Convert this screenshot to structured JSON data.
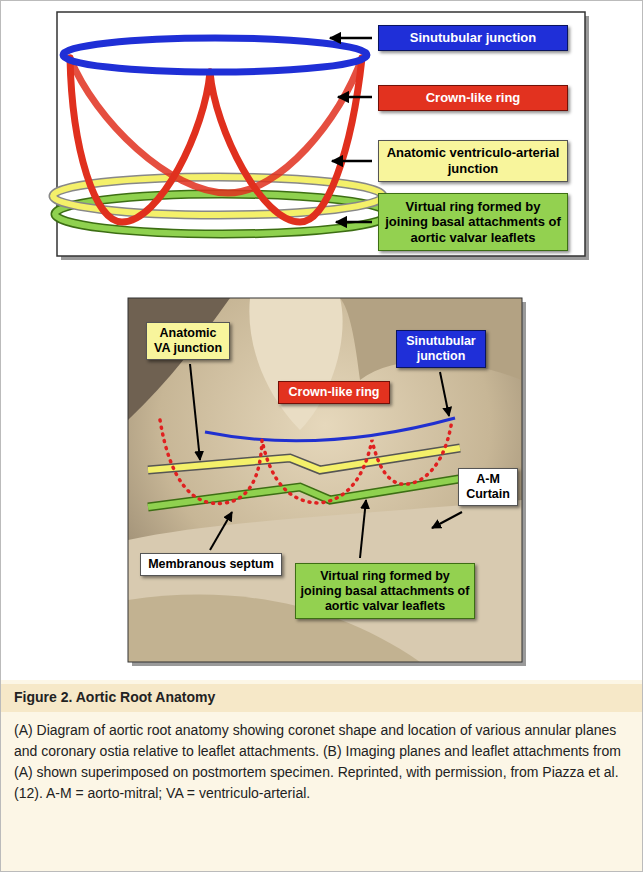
{
  "diagram": {
    "title": "Figure 2. Aortic Root Anatomy",
    "caption": "(A) Diagram of aortic root anatomy showing coronet shape and location of various annular planes and coronary ostia relative to leaflet attachments. (B) Imaging planes and leaflet attachments from (A) shown superimposed on postmortem specimen. Reprinted, with permission, from Piazza et al. (12). A-M = aorto-mitral; VA = ventriculo-arterial.",
    "nodes": [
      {
        "text": [
          "Sinutubular junction"
        ]
      },
      {
        "text": [
          "Crown-like ring"
        ]
      },
      {
        "text": [
          "Anatomic ventriculo-arterial junction"
        ]
      },
      {
        "text": [
          "Virtual ring formed by joining basal attachments of aortic valvar leaflets"
        ]
      },
      {
        "text": [
          "Anatomic VA junction"
        ]
      },
      {
        "text": [
          "Sinutubular junction"
        ]
      },
      {
        "text": [
          "Crown-like ring"
        ]
      },
      {
        "text": [
          "A-M Curtain"
        ]
      },
      {
        "text": [
          "Membranous septum"
        ]
      },
      {
        "text": [
          "Virtual ring formed by joining basal attachments of aortic valvar leaflets"
        ]
      }
    ]
  }
}
